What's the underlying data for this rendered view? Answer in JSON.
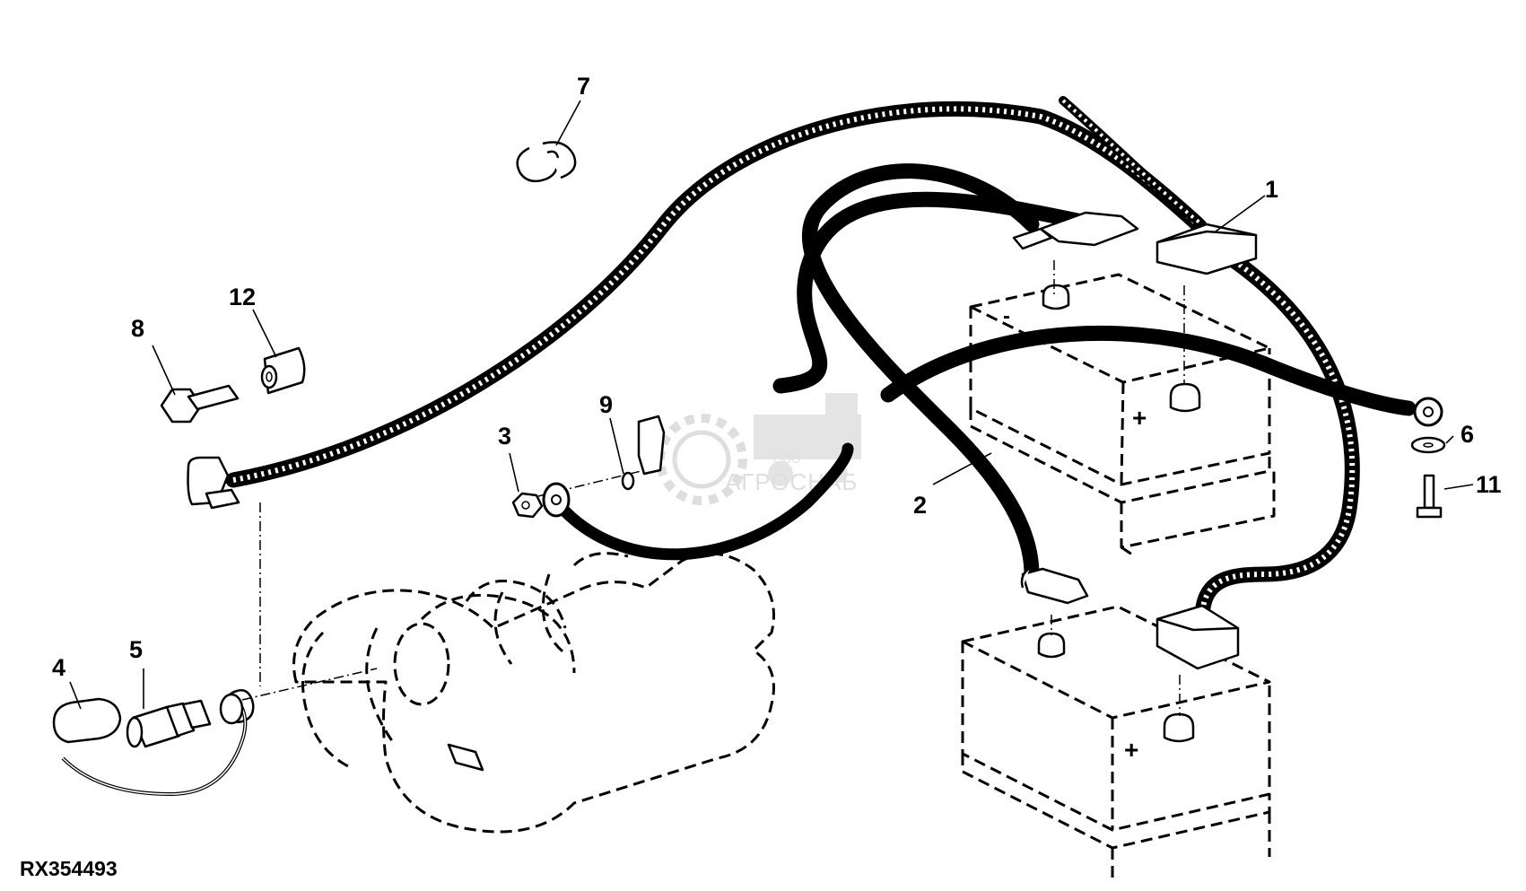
{
  "figure_id": "RX354493",
  "watermark": {
    "top": "ООО",
    "main": "АГРОСНАБ"
  },
  "callouts": [
    {
      "id": "1",
      "label": "1"
    },
    {
      "id": "2",
      "label": "2"
    },
    {
      "id": "3",
      "label": "3"
    },
    {
      "id": "4",
      "label": "4"
    },
    {
      "id": "5",
      "label": "5"
    },
    {
      "id": "6",
      "label": "6"
    },
    {
      "id": "7",
      "label": "7"
    },
    {
      "id": "8",
      "label": "8"
    },
    {
      "id": "9",
      "label": "9"
    },
    {
      "id": "11",
      "label": "11"
    },
    {
      "id": "12",
      "label": "12"
    }
  ],
  "battery_marks": [
    "+",
    "-",
    "+"
  ]
}
